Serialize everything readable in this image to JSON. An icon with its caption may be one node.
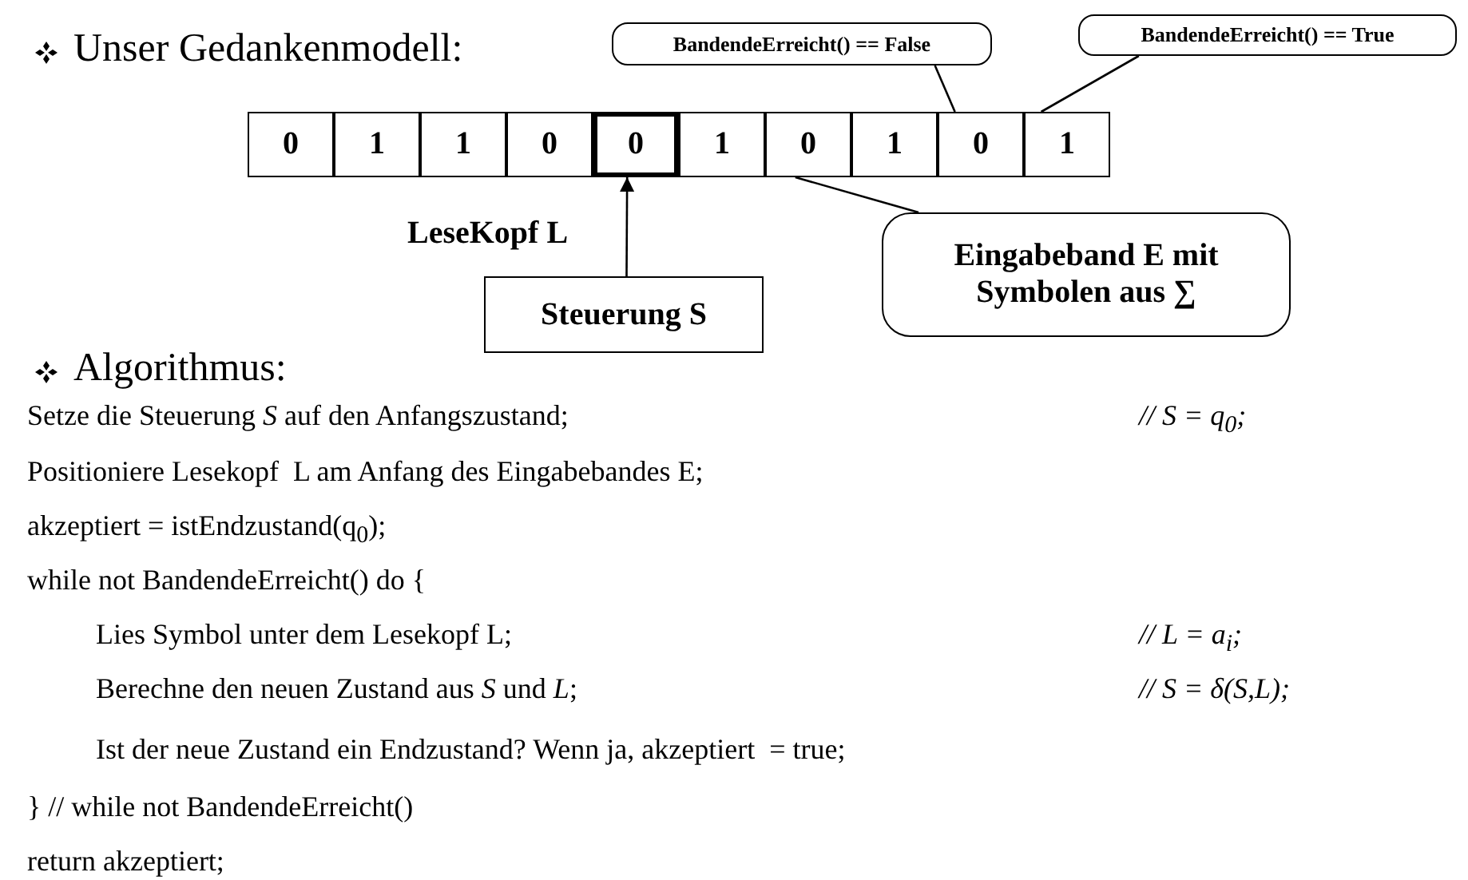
{
  "diagram": {
    "nodes": [
      {
        "text": [
          "0"
        ]
      },
      {
        "text": [
          "1"
        ]
      },
      {
        "text": [
          "1"
        ]
      },
      {
        "text": [
          "0"
        ]
      },
      {
        "text": [
          "0"
        ]
      },
      {
        "text": [
          "1"
        ]
      },
      {
        "text": [
          "0"
        ]
      },
      {
        "text": [
          "1"
        ]
      },
      {
        "text": [
          "0"
        ]
      },
      {
        "text": [
          "1"
        ]
      },
      {
        "text": [
          "BandendeErreicht() == False"
        ]
      },
      {
        "text": [
          "BandendeErreicht() == True"
        ]
      },
      {
        "text": [
          "Eingabeband E mit Symbolen aus ∑"
        ]
      },
      {
        "text": [
          "Steuerung S"
        ]
      }
    ],
    "edges": [
      {
        "from": 10,
        "to": 8,
        "arrow": "none"
      },
      {
        "from": 11,
        "to": 9,
        "arrow": "none"
      },
      {
        "from": 12,
        "to": 6,
        "arrow": "none"
      },
      {
        "from": 13,
        "to": 4,
        "arrow": "to",
        "label": "LeseKopf L"
      }
    ],
    "labels": [
      "Unser Gedankenmodell:",
      "Algorithmus:",
      "Setze die Steuerung *S* auf den Anfangszustand;",
      "// S = q$_{0}$;",
      "Positioniere Lesekopf  L am Anfang des Eingabebandes E;",
      "akzeptiert = istEndzustand(q$_{0}$);",
      "while not BandendeErreicht() do {",
      "Lies Symbol unter dem Lesekopf L;",
      "// L = a$_{i}$;",
      "Berechne den neuen Zustand aus *S* und *L*;",
      "// S = δ(S,L);",
      "Ist der neue Zustand ein Endzustand? Wenn ja, akzeptiert  = true;",
      "} // while not BandendeErreicht()",
      "return akzeptiert;"
    ]
  }
}
